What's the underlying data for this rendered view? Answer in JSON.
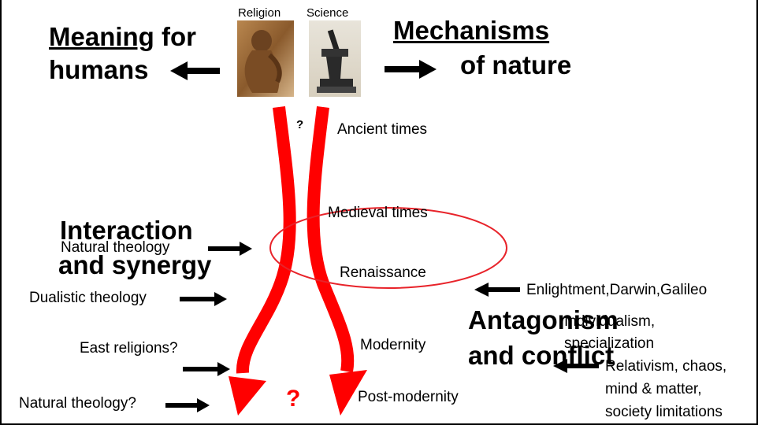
{
  "header": {
    "religion_label": "Religion",
    "science_label": "Science"
  },
  "left_title": {
    "line1_underlined": "Meaning",
    "line1_rest": " for",
    "line2": "humans"
  },
  "right_title": {
    "line1": "Mechanisms",
    "line2": "of nature"
  },
  "images": {
    "religion": "thinker-statue-photo",
    "science": "microscope-photo"
  },
  "timeline": {
    "ancient": "Ancient times",
    "medieval": "Medieval times",
    "renaissance": "Renaissance",
    "modernity": "Modernity",
    "post_modernity": "Post-modernity"
  },
  "question_small": "?",
  "question_big": "?",
  "interaction": {
    "line1": "Interaction",
    "line2": "and synergy"
  },
  "antagonism": {
    "line1": "Antagonism",
    "line2": "and conflict"
  },
  "left_labels": {
    "natural_theology": "Natural theology",
    "dualistic": "Dualistic theology",
    "east_religions": "East religions?",
    "natural_theology_q": "Natural theology?"
  },
  "right_labels": {
    "enlightment": "Enlightment,Darwin,Galileo",
    "individualism_1": "Individualism,",
    "individualism_2": "specialization",
    "relativism_1": "Relativism, chaos,",
    "relativism_2": "mind & matter,",
    "relativism_3": "society limitations"
  },
  "colors": {
    "curve": "#ff0000",
    "arrow": "#000000",
    "ellipse": "#e8232a"
  }
}
